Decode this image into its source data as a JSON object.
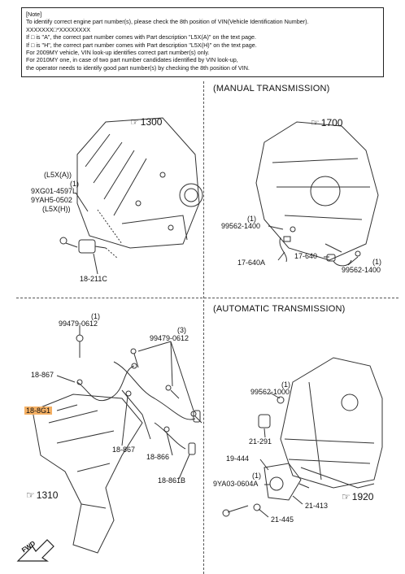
{
  "note": {
    "title": "[Note]",
    "lines": [
      "To identify correct engine part number(s), please check the 8th position of VIN(Vehicle Identification Number).",
      "XXXXXXX□*XXXXXXXX",
      "If □ is \"A\", the correct part number comes with Part description \"L5X(A)\" on the text page.",
      "If □ is \"H\", the correct part number comes with Part description \"L5X(H)\" on the text page.",
      "For 2009MY vehicle, VIN look-up identifies correct part number(s) only.",
      "For 2010MY one, in case of two part number candidates identified by VIN look-up,",
      "the operator needs to identify good part number(s) by checking the 8th position of VIN."
    ]
  },
  "intake": {
    "ref": "1300",
    "l5xa": "(L5X(A))",
    "qty": "(1)",
    "pn1": "9XG01-4597L",
    "pn2": "9YAH5-0502",
    "l5xh": "(L5X(H))",
    "part": "18-211C"
  },
  "manual": {
    "title": "(MANUAL TRANSMISSION)",
    "ref": "1700",
    "bolt_qty_a": "(1)",
    "bolt_a": "99562-1400",
    "sensor_a": "17-640A",
    "sensor_b": "17-640",
    "bolt_qty_b": "(1)",
    "bolt_b": "99562-1400"
  },
  "exhaust": {
    "bolt_qty_a": "(1)",
    "bolt_a": "99479-0612",
    "bolt_qty_b": "(3)",
    "bolt_b": "99479-0612",
    "sensor_867_a": "18-867",
    "sensor_8g1": "18-8G1",
    "sensor_867_b": "18-867",
    "sensor_866": "18-866",
    "sensor_861b": "18-861B",
    "ref": "1310",
    "fwd": "FWD"
  },
  "automatic": {
    "title": "(AUTOMATIC TRANSMISSION)",
    "bolt_qty": "(1)",
    "bolt": "99562-1000",
    "switch": "21-291",
    "part_444": "19-444",
    "bolt2_qty": "(1)",
    "bolt2": "9YA03-0604A",
    "part_413": "21-413",
    "part_445": "21-445",
    "ref": "1920"
  }
}
